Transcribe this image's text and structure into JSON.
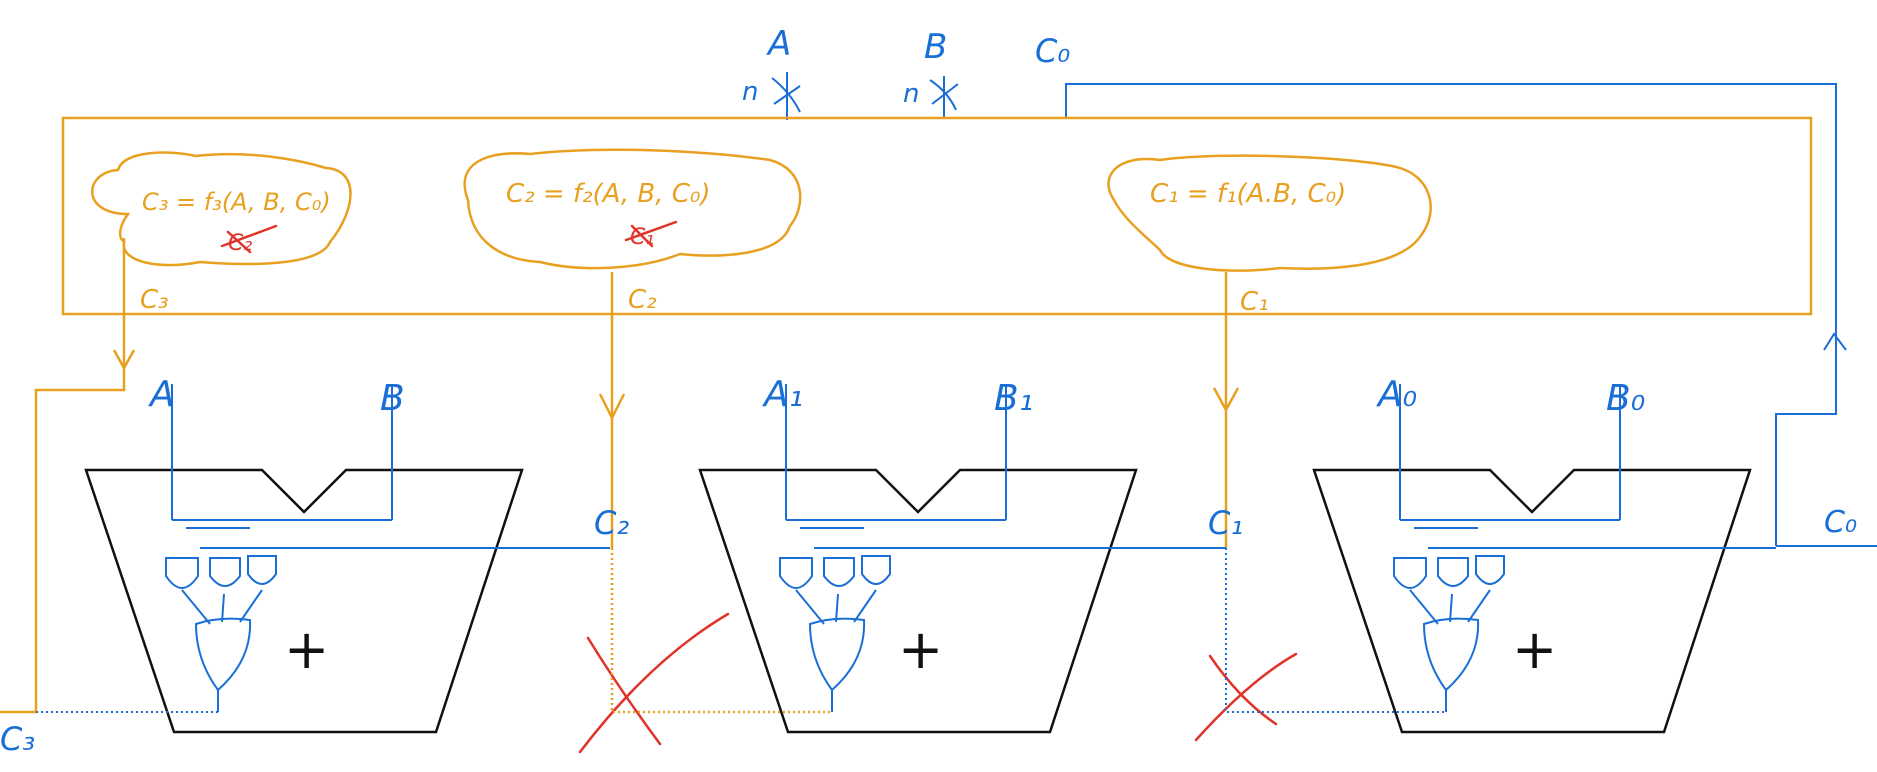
{
  "colors": {
    "carry_lookahead": "#e8a020",
    "signals": "#1a6fd6",
    "adder_outline": "#111111",
    "cross_out": "#e0342a"
  },
  "inputs": {
    "a_label": "A",
    "b_label": "B",
    "bus_width_a": "n",
    "bus_width_b": "n",
    "carry_in": "C₀"
  },
  "lookahead_unit": {
    "equations": [
      {
        "left": "C₃ = f₃(A, B, C₀)",
        "struck": "C₂",
        "output": "C₃"
      },
      {
        "left": "C₂ = f₂(A, B, C₀)",
        "struck": "C₁",
        "output": "C₂"
      },
      {
        "left": "C₁ = f₁(A.B, C₀)",
        "struck": "",
        "output": "C₁"
      }
    ]
  },
  "adders": [
    {
      "a": "A",
      "b": "B",
      "carry_in": "C₂",
      "op": "+",
      "carry_out": "C₃"
    },
    {
      "a": "A₁",
      "b": "B₁",
      "carry_in": "C₁",
      "op": "+",
      "carry_out": ""
    },
    {
      "a": "A₀",
      "b": "B₀",
      "carry_in": "C₀",
      "op": "+",
      "carry_out": ""
    }
  ]
}
